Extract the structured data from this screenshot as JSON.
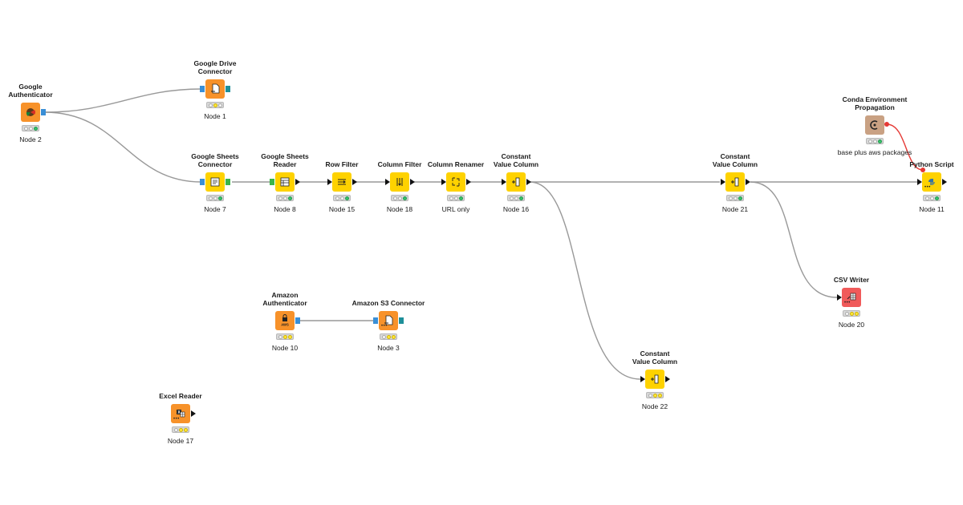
{
  "workflow": {
    "nodes": [
      {
        "id": "node2",
        "title": "Google\nAuthenticator",
        "label": "Node 2",
        "icon": "google-icon",
        "color": "orange",
        "lights": [
          "off",
          "off",
          "green"
        ]
      },
      {
        "id": "node1",
        "title": "Google Drive\nConnector",
        "label": "Node 1",
        "icon": "file-icon",
        "color": "orange",
        "lights": [
          "off",
          "yellow",
          "off"
        ]
      },
      {
        "id": "node7",
        "title": "Google Sheets\nConnector",
        "label": "Node 7",
        "icon": "sheets-icon",
        "color": "yellow",
        "lights": [
          "off",
          "off",
          "green"
        ]
      },
      {
        "id": "node8",
        "title": "Google Sheets\nReader",
        "label": "Node 8",
        "icon": "table-icon",
        "color": "yellow",
        "lights": [
          "off",
          "off",
          "green"
        ]
      },
      {
        "id": "node15",
        "title": "Row Filter",
        "label": "Node 15",
        "icon": "row-filter-icon",
        "color": "yellow",
        "lights": [
          "off",
          "off",
          "green"
        ]
      },
      {
        "id": "node18",
        "title": "Column Filter",
        "label": "Node 18",
        "icon": "column-filter-icon",
        "color": "yellow",
        "lights": [
          "off",
          "off",
          "green"
        ]
      },
      {
        "id": "node_url",
        "title": "Column Renamer",
        "label": "URL only",
        "icon": "rename-icon",
        "color": "yellow",
        "lights": [
          "off",
          "off",
          "green"
        ]
      },
      {
        "id": "node16",
        "title": "Constant\nValue Column",
        "label": "Node 16",
        "icon": "constant-column-icon",
        "color": "yellow",
        "lights": [
          "off",
          "off",
          "green"
        ]
      },
      {
        "id": "node21",
        "title": "Constant\nValue Column",
        "label": "Node 21",
        "icon": "constant-column-icon",
        "color": "yellow",
        "lights": [
          "off",
          "off",
          "green"
        ]
      },
      {
        "id": "node11",
        "title": "Python Script",
        "label": "Node 11",
        "icon": "python-icon",
        "color": "yellow",
        "lights": [
          "off",
          "off",
          "green"
        ]
      },
      {
        "id": "conda",
        "title": "Conda Environment\nPropagation",
        "label": "base plus aws packages",
        "icon": "conda-icon",
        "color": "tan",
        "lights": [
          "off",
          "off",
          "green"
        ]
      },
      {
        "id": "node10",
        "title": "Amazon\nAuthenticator",
        "label": "Node 10",
        "icon": "aws-lock-icon",
        "color": "orange",
        "lights": [
          "off",
          "yellow",
          "yellow"
        ]
      },
      {
        "id": "node3",
        "title": "Amazon S3 Connector",
        "label": "Node 3",
        "icon": "file-icon",
        "color": "orange",
        "lights": [
          "off",
          "yellow",
          "yellow"
        ]
      },
      {
        "id": "node20",
        "title": "CSV Writer",
        "label": "Node 20",
        "icon": "csv-writer-icon",
        "color": "red",
        "lights": [
          "off",
          "yellow",
          "yellow"
        ]
      },
      {
        "id": "node22",
        "title": "Constant\nValue Column",
        "label": "Node 22",
        "icon": "constant-column-icon",
        "color": "yellow",
        "lights": [
          "off",
          "yellow",
          "yellow"
        ]
      },
      {
        "id": "node17",
        "title": "Excel Reader",
        "label": "Node 17",
        "icon": "excel-icon",
        "color": "orange",
        "lights": [
          "off",
          "yellow",
          "yellow"
        ]
      }
    ],
    "colors": {
      "wire": "#999999",
      "flowvar_wire": "#e53935"
    }
  }
}
